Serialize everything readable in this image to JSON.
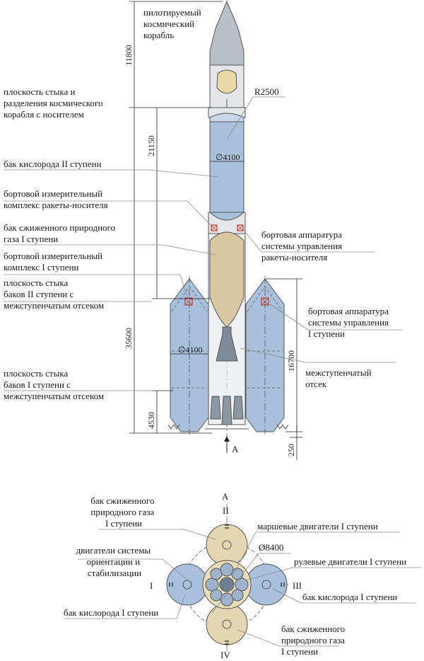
{
  "side_view": {
    "labels": {
      "crew_vehicle": [
        "пилотируемый",
        "космический",
        "корабль"
      ],
      "separation_plane": [
        "плоскость стыка и",
        "разделения космического",
        "корабля с носителем"
      ],
      "radius": "R2500",
      "oxygen_tank_2": "бак кислорода II ступени",
      "measuring_complex_lv": [
        "бортовой измерительный",
        "комплекс ракеты-носителя"
      ],
      "lng_tank_1": [
        "бак сжиженного природного",
        "газа I ступени"
      ],
      "control_equipment_lv": [
        "бортовая аппаратура",
        "системы управления",
        "ракеты-носителя"
      ],
      "measuring_complex_1": [
        "бортовой измерительный",
        "комплекс I ступени"
      ],
      "tanks_2_joint_plane": [
        "плоскость стыка",
        "баков II ступени с",
        "межступенчатым отсеком"
      ],
      "control_equipment_1": [
        "бортовая аппаратура",
        "системы управления",
        "I ступени"
      ],
      "interstage": [
        "межступенчатый",
        "отсек"
      ],
      "tanks_1_joint_plane": [
        "плоскость стыка",
        "баков I ступени с",
        "межступенчатым отсеком"
      ],
      "view_arrow": "A"
    },
    "dimensions": {
      "top_section": "11800",
      "upper_section": "21150",
      "total_length": "35600",
      "booster_length": "16700",
      "bottom_section": "4530",
      "engine_offset": "250",
      "diameter_core": "∅4100",
      "diameter_booster": "∅4100"
    }
  },
  "bottom_view": {
    "view_letter": "A",
    "quadrants": [
      "I",
      "II",
      "III",
      "IV"
    ],
    "diameter": "Ø8400",
    "labels": {
      "lng_tank_top": [
        "бак сжиженного",
        "природного газа",
        "I ступени"
      ],
      "main_engines": "маршевые двигатели I ступени",
      "orientation_engines": [
        "двигатели системы",
        "ориентации и",
        "стабилизации"
      ],
      "steering_engines": "рулевые двигатели I ступени",
      "oxygen_tank_left": "бак кислорода I ступени",
      "oxygen_tank_right": "бак кислорода I ступени",
      "lng_tank_bottom": [
        "бак сжиженного",
        "природного газа",
        "I ступени"
      ]
    }
  },
  "colors": {
    "blue_tank": "#a9c0dc",
    "grey_shell": "#b8bfc9",
    "tan_tank": "#d8c7a0",
    "equipment_red": "#c0392b"
  }
}
